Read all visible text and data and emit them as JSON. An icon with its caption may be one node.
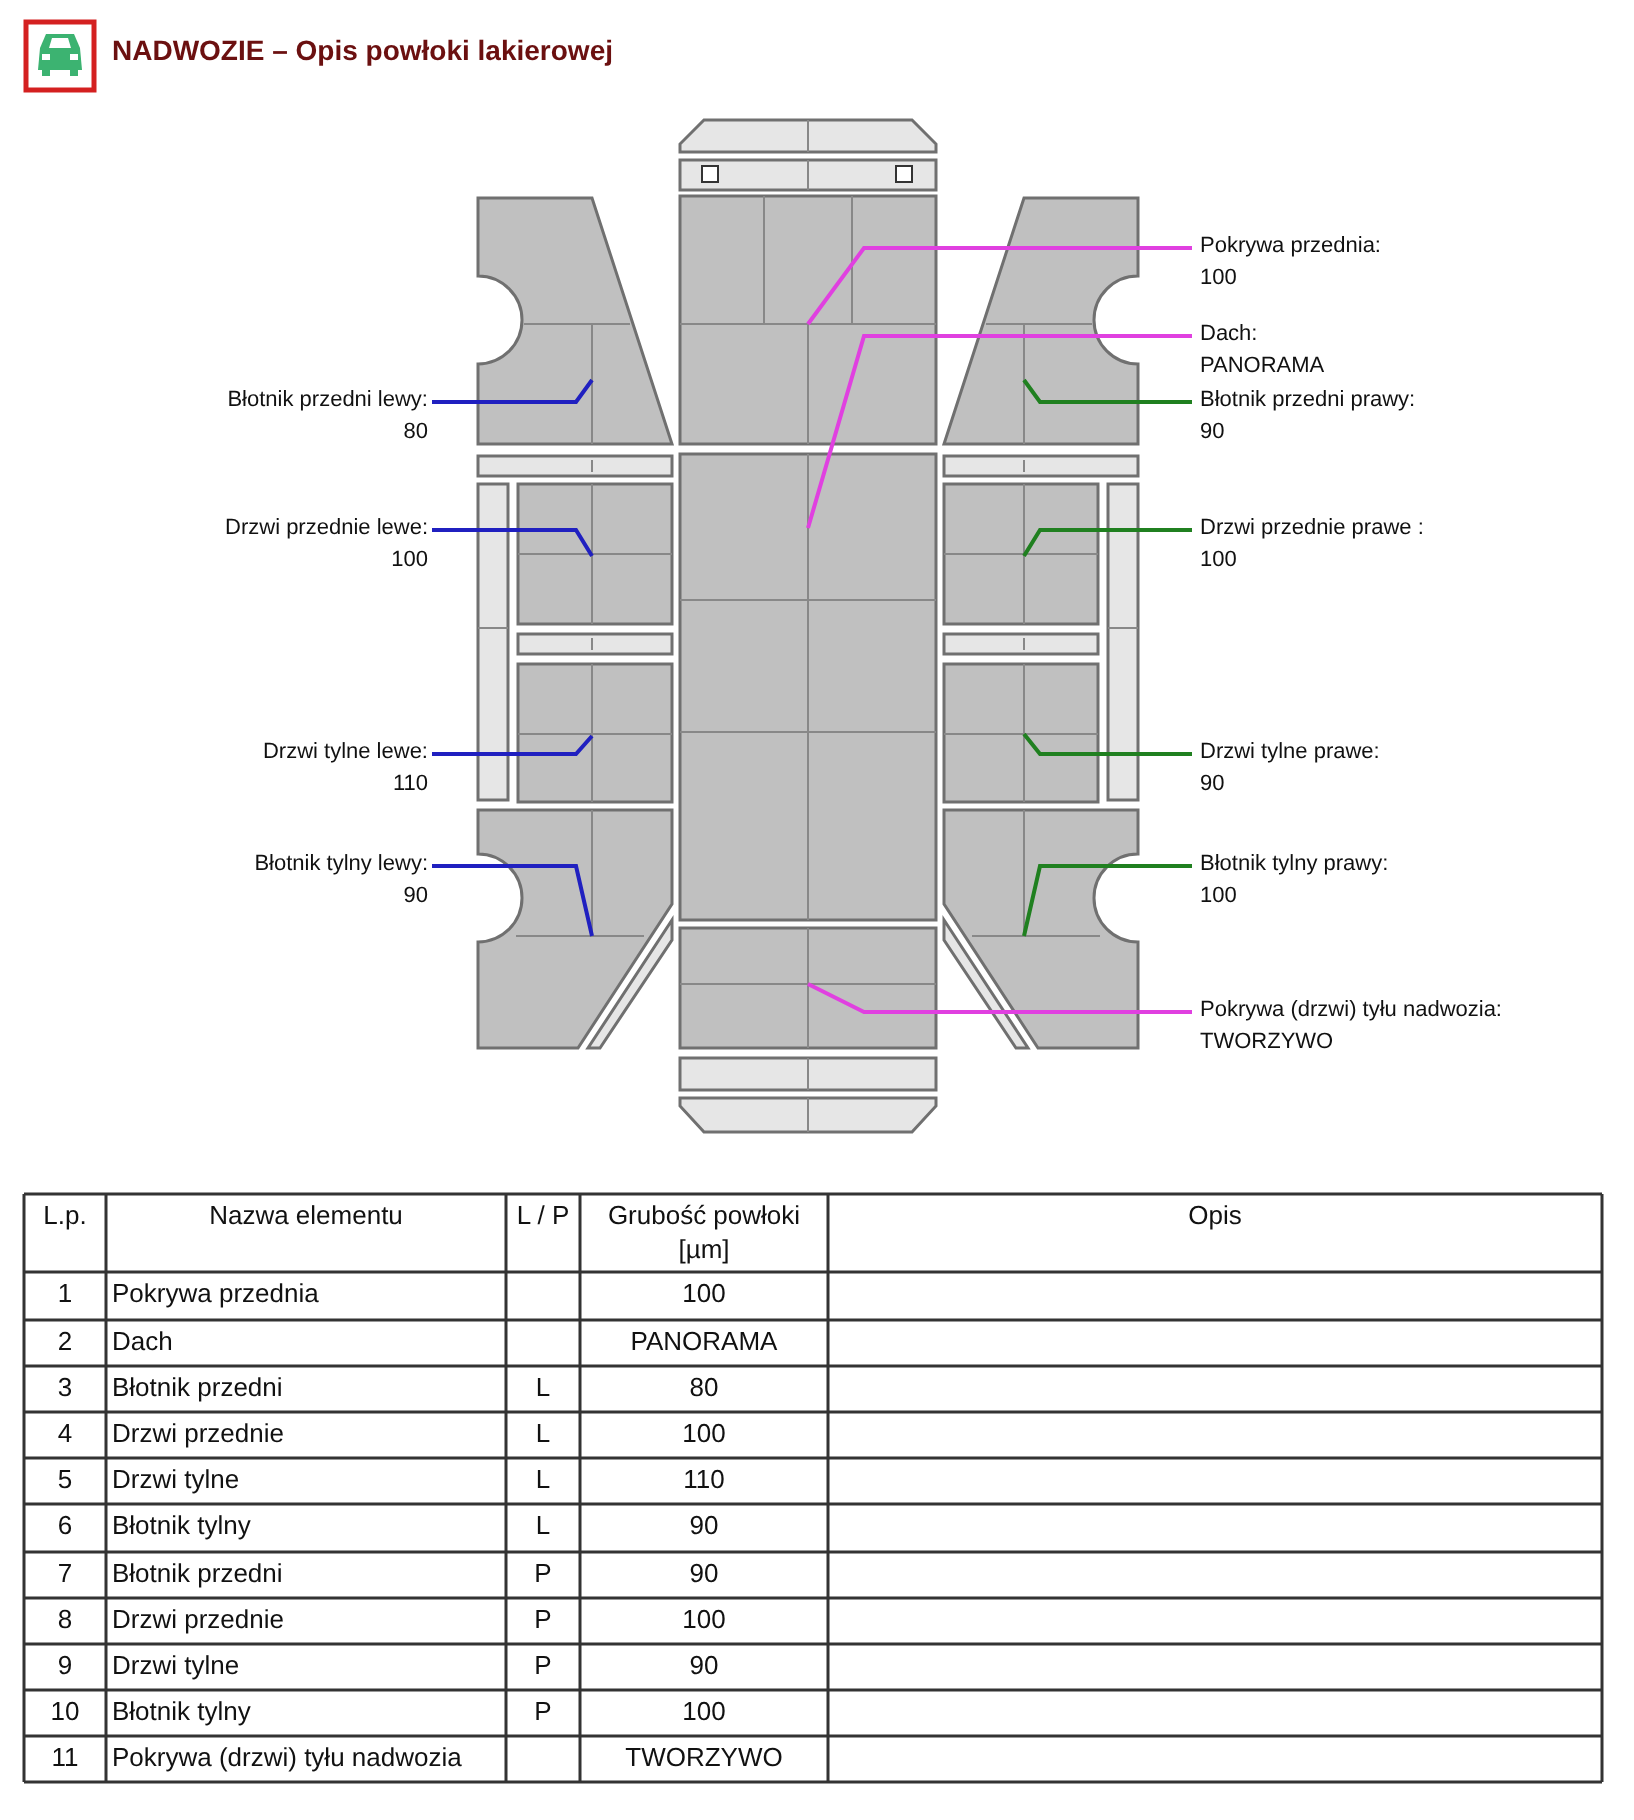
{
  "diagram": {
    "title": "NADWOZIE – Opis powłoki lakierowej",
    "nodes": [
      {
        "text": [
          "Pokrywa przednia:",
          "100"
        ]
      },
      {
        "text": [
          "Dach:",
          "PANORAMA"
        ]
      },
      {
        "text": [
          "Błotnik przedni lewy:",
          "80"
        ]
      },
      {
        "text": [
          "Błotnik przedni prawy:",
          "90"
        ]
      },
      {
        "text": [
          "Drzwi przednie lewe:",
          "100"
        ]
      },
      {
        "text": [
          "Drzwi przednie prawe :",
          "100"
        ]
      },
      {
        "text": [
          "Drzwi tylne lewe:",
          "110"
        ]
      },
      {
        "text": [
          "Drzwi tylne prawe:",
          "90"
        ]
      },
      {
        "text": [
          "Błotnik tylny lewy:",
          "90"
        ]
      },
      {
        "text": [
          "Błotnik tylny prawy:",
          "100"
        ]
      },
      {
        "text": [
          "Pokrywa (drzwi) tyłu nadwozia:",
          "TWORZYWO"
        ]
      },
      {
        "text": [],
        "shape": "box"
      },
      {
        "text": [],
        "shape": "box"
      },
      {
        "text": [],
        "shape": "box"
      },
      {
        "text": [],
        "shape": "box"
      },
      {
        "text": [],
        "shape": "box"
      },
      {
        "text": [],
        "shape": "box"
      },
      {
        "text": [],
        "shape": "box"
      },
      {
        "text": [],
        "shape": "box"
      },
      {
        "text": [],
        "shape": "box"
      },
      {
        "text": [],
        "shape": "box"
      },
      {
        "text": [],
        "shape": "box"
      }
    ],
    "edges": [
      {
        "from": 0,
        "to": 12,
        "arrow": "none",
        "color": "#e040e0"
      },
      {
        "from": 1,
        "to": 15,
        "arrow": "none",
        "color": "#e040e0"
      },
      {
        "from": 2,
        "to": 11,
        "arrow": "none",
        "color": "#2020c0"
      },
      {
        "from": 3,
        "to": 13,
        "arrow": "none",
        "color": "#208020"
      },
      {
        "from": 4,
        "to": 14,
        "arrow": "none",
        "color": "#2020c0"
      },
      {
        "from": 5,
        "to": 16,
        "arrow": "none",
        "color": "#208020"
      },
      {
        "from": 6,
        "to": 17,
        "arrow": "none",
        "color": "#2020c0"
      },
      {
        "from": 7,
        "to": 18,
        "arrow": "none",
        "color": "#208020"
      },
      {
        "from": 8,
        "to": 19,
        "arrow": "none",
        "color": "#2020c0"
      },
      {
        "from": 9,
        "to": 21,
        "arrow": "none",
        "color": "#208020"
      },
      {
        "from": 10,
        "to": 20,
        "arrow": "none",
        "color": "#e040e0"
      }
    ],
    "labels": [
      "L.p.",
      "Nazwa elementu",
      "L / P",
      "Grubość powłoki [µm]",
      "Opis",
      "1",
      "Pokrywa przednia",
      "100",
      "2",
      "Dach",
      "PANORAMA",
      "3",
      "Błotnik przedni",
      "L",
      "80",
      "4",
      "Drzwi przednie",
      "L",
      "100",
      "5",
      "Drzwi tylne",
      "L",
      "110",
      "6",
      "Błotnik tylny",
      "L",
      "90",
      "7",
      "Błotnik przedni",
      "P",
      "90",
      "8",
      "Drzwi przednie",
      "P",
      "100",
      "9",
      "Drzwi tylne",
      "P",
      "90",
      "10",
      "Błotnik tylny",
      "P",
      "100",
      "11",
      "Pokrywa (drzwi) tyłu nadwozia",
      "TWORZYWO"
    ]
  }
}
